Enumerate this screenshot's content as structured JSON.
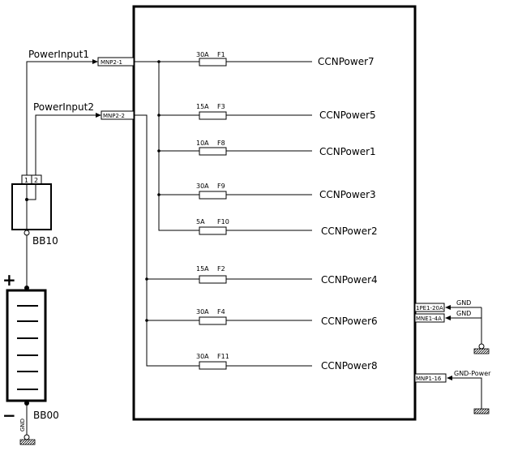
{
  "inputs": [
    {
      "label": "PowerInput1",
      "connector": "MNP2-1"
    },
    {
      "label": "PowerInput2",
      "connector": "MNP2-2"
    }
  ],
  "fuses": [
    {
      "rating": "30A",
      "id": "F1",
      "output": "CCNPower7"
    },
    {
      "rating": "15A",
      "id": "F3",
      "output": "CCNPower5"
    },
    {
      "rating": "10A",
      "id": "F8",
      "output": "CCNPower1"
    },
    {
      "rating": "30A",
      "id": "F9",
      "output": "CCNPower3"
    },
    {
      "rating": "5A",
      "id": "F10",
      "output": "CCNPower2"
    },
    {
      "rating": "15A",
      "id": "F2",
      "output": "CCNPower4"
    },
    {
      "rating": "30A",
      "id": "F4",
      "output": "CCNPower6"
    },
    {
      "rating": "30A",
      "id": "F11",
      "output": "CCNPower8"
    }
  ],
  "switch_block": {
    "name": "BB10",
    "pins": [
      "1",
      "2"
    ]
  },
  "battery": {
    "name": "BB00",
    "plus": "+",
    "minus": "−",
    "ground": "GND"
  },
  "ground_connectors": [
    {
      "connector": "1PE1-20A",
      "label": "GND"
    },
    {
      "connector": "MNE1-4A",
      "label": "GND"
    },
    {
      "connector": "MNP1-16",
      "label": "GND-Power"
    }
  ]
}
